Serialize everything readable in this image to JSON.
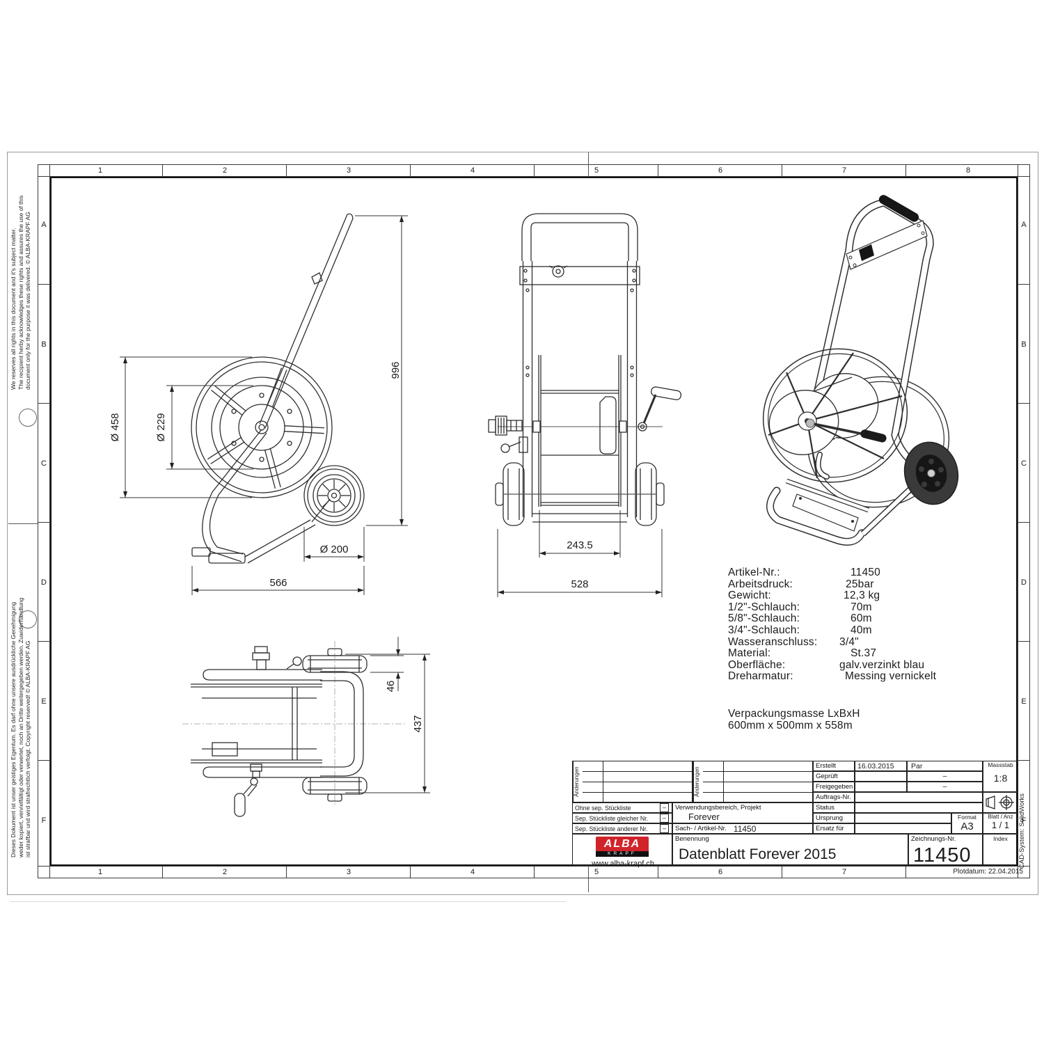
{
  "border": {
    "cols_top": [
      "1",
      "2",
      "3",
      "4",
      "5",
      "6",
      "7",
      "8"
    ],
    "cols_bottom": [
      "1",
      "2",
      "3",
      "4",
      "5",
      "6",
      "7"
    ],
    "rows_left": [
      "A",
      "B",
      "C",
      "D",
      "E",
      "F"
    ],
    "rows_right": [
      "A",
      "B",
      "C",
      "D",
      "E",
      "F"
    ],
    "plotdatum": "Plotdatum: 22.04.2015",
    "cad_system": "CAD-System: SolidWorks",
    "notice_top": [
      "We reserves all rights in this document and it's subject matter.",
      "The recipient herby acknowledges these rights and assures the use of this",
      "document only for the purpose it was delivered.    © ALBA-KRAPF AG"
    ],
    "notice_bottom": [
      "Dieses Dokument ist unser geistiges Eigentum. Es darf ohne unsere ausdrückliche Genehmigung",
      "weder kopiert, vervielfältigt oder verwertet, noch an Dritte weitergegeben werden. Zuwiderhandlung",
      "ist strafbar und wird strafrechtlich verfolgt.    Copyright reserved!    © ALBA-KRAPF AG"
    ]
  },
  "dims": {
    "side_reel_outer": "Ø 458",
    "side_reel_inner": "Ø 229",
    "side_height": "996",
    "side_wheel": "Ø 200",
    "side_width": "566",
    "front_inner": "243.5",
    "front_width": "528",
    "top_wheel_width": "46",
    "top_depth": "437"
  },
  "specs": {
    "rows": [
      {
        "label": "Artikel-Nr.:",
        "value": "11450"
      },
      {
        "label": "Arbeitsdruck:",
        "value": "25bar"
      },
      {
        "label": "Gewicht:",
        "value": "12,3 kg"
      },
      {
        "label": "1/2\"-Schlauch:",
        "value": "70m"
      },
      {
        "label": "5/8\"-Schlauch:",
        "value": "60m"
      },
      {
        "label": "3/4\"-Schlauch:",
        "value": "40m"
      },
      {
        "label": "Wasseranschluss:",
        "value": "3/4\""
      },
      {
        "label": "Material:",
        "value": "St.37"
      },
      {
        "label": "Oberfläche:",
        "value": "galv.verzinkt blau"
      },
      {
        "label": "Dreharmatur:",
        "value": "Messing vernickelt"
      }
    ],
    "packaging_line1": "Verpackungsmasse LxBxH",
    "packaging_line2": "600mm x 500mm x 558m"
  },
  "title_block": {
    "aenderungen": "Änderungen",
    "checkbox_mark": "–",
    "checkbox_rows": [
      "Ohne sep. Stückliste",
      "Sep. Stückliste gleicher Nr.",
      "Sep. Stückliste anderer Nr."
    ],
    "verwendung_label": "Verwendungsbereich, Projekt",
    "verwendung_value": "Forever",
    "sach_label": "Sach- / Artikel-Nr.",
    "sach_value": "11450",
    "benennung_label": "Benennung",
    "benennung_value": "Datenblatt Forever 2015",
    "meta_rows": [
      {
        "label": "Erstellt",
        "value": "16.03.2015",
        "extra": "Par"
      },
      {
        "label": "Geprüft",
        "value": "",
        "extra": "–"
      },
      {
        "label": "Freigegeben",
        "value": "",
        "extra": "–"
      },
      {
        "label": "Auftrags-Nr.",
        "value": "",
        "extra": ""
      },
      {
        "label": "Status",
        "value": "",
        "extra": ""
      },
      {
        "label": "Ursprung",
        "value": "",
        "extra": ""
      },
      {
        "label": "Ersatz für",
        "value": "",
        "extra": ""
      }
    ],
    "massstab_label": "Massstab",
    "massstab_value": "1:8",
    "format_label": "Format",
    "format_value": "A3",
    "blatt_label": "Blatt / Anz",
    "blatt_value": "1 / 1",
    "zeichnung_label": "Zeichnungs-Nr.",
    "zeichnung_value": "11450",
    "index_label": "Index",
    "logo_line1": "ALBA",
    "logo_line2": "KRAPF",
    "logo_url": "www.alba-krapf.ch"
  }
}
